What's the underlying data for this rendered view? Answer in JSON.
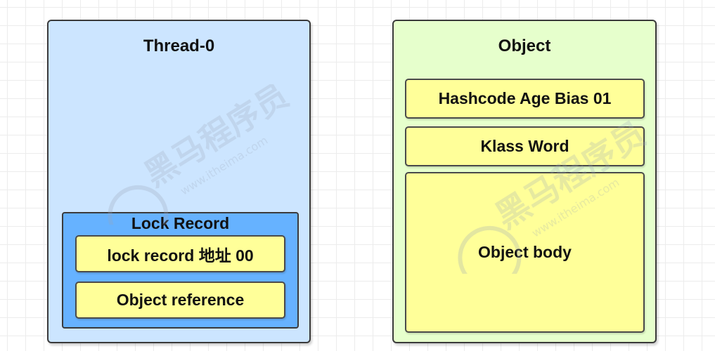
{
  "thread": {
    "title": "Thread-0",
    "lock_record": {
      "title": "Lock Record",
      "fields": [
        "lock  record 地址 00",
        "Object reference"
      ]
    }
  },
  "object": {
    "title": "Object",
    "fields": [
      "Hashcode Age Bias 01",
      "Klass Word",
      "Object body"
    ]
  },
  "watermark": {
    "text": "黑马程序员",
    "url": "www.itheima.com"
  },
  "colors": {
    "thread_fill": "#cce5ff",
    "lock_record_fill": "#66b2ff",
    "object_fill": "#e6ffcc",
    "field_fill": "#ffff99",
    "border": "#3a3a3a"
  }
}
